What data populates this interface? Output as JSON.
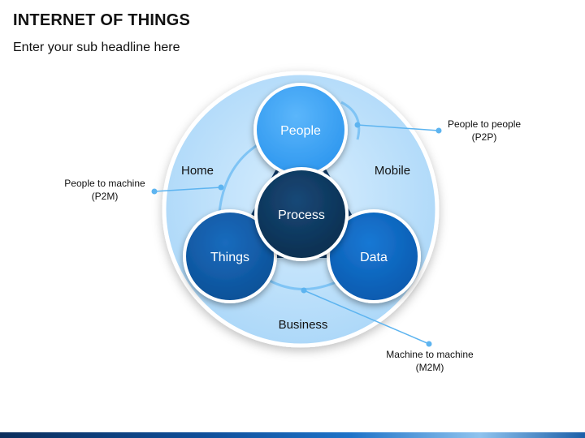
{
  "header": {
    "title": "INTERNET OF THINGS",
    "subtitle": "Enter your sub headline here"
  },
  "diagram": {
    "center": "Process",
    "nodes": {
      "people": "People",
      "things": "Things",
      "data": "Data"
    },
    "regions": {
      "home": "Home",
      "mobile": "Mobile",
      "business": "Business"
    },
    "callouts": {
      "p2p": {
        "line1": "People to people",
        "line2": "(P2P)"
      },
      "p2m": {
        "line1": "People to machine",
        "line2": "(P2M)"
      },
      "m2m": {
        "line1": "Machine to machine",
        "line2": "(M2M)"
      }
    }
  },
  "colors": {
    "outer_circle": "#bfe0fb",
    "people": "#3fa4f5",
    "things": "#0e5aa6",
    "data": "#0a66c2",
    "process": "#0d3558",
    "connector": "#5db4f0",
    "triangle": "#123f6e"
  }
}
